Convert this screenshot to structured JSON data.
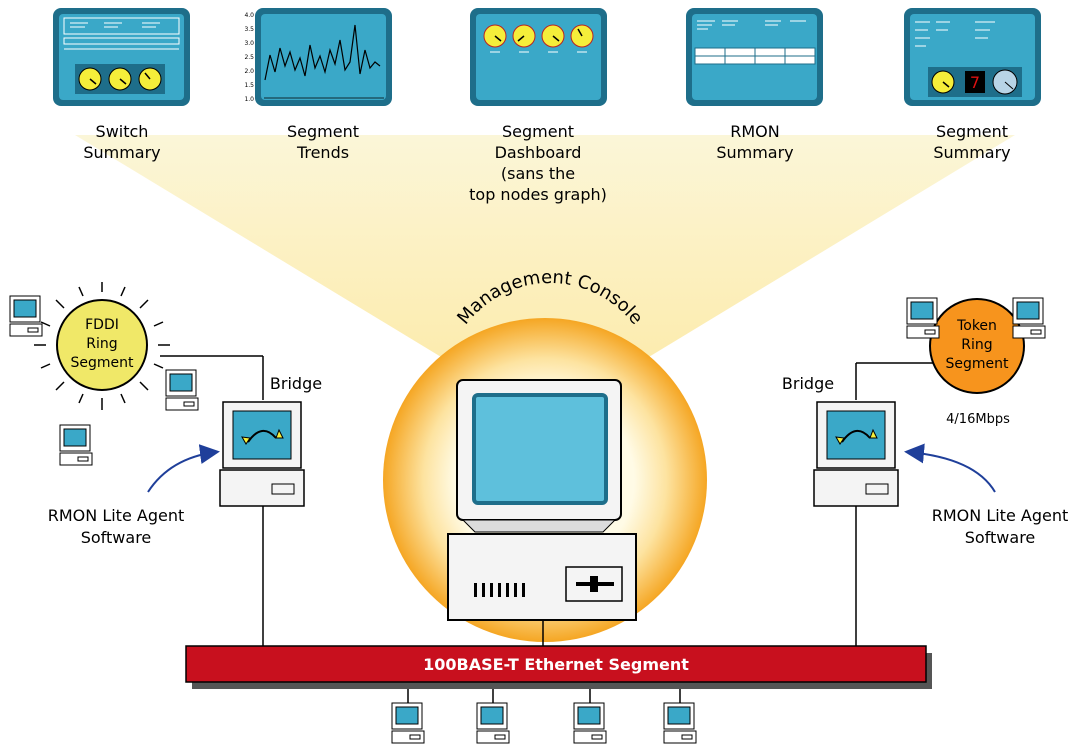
{
  "panels": [
    {
      "label1": "Switch",
      "label2": "Summary"
    },
    {
      "label1": "Segment",
      "label2": "Trends"
    },
    {
      "label1": "Segment",
      "label2": "Dashboard",
      "label3": "(sans the",
      "label4": "top nodes graph)"
    },
    {
      "label1": "RMON",
      "label2": "Summary"
    },
    {
      "label1": "Segment",
      "label2": "Summary"
    }
  ],
  "trend_ticks": [
    "4.0",
    "3.5",
    "3.0",
    "2.5",
    "2.0",
    "1.5",
    "1.0"
  ],
  "console": {
    "label": "Management Console"
  },
  "fddi": {
    "line1": "FDDI",
    "line2": "Ring",
    "line3": "Segment"
  },
  "token": {
    "line1": "Token",
    "line2": "Ring",
    "line3": "Segment",
    "speed": "4/16Mbps"
  },
  "bridges": {
    "left": "Bridge",
    "right": "Bridge"
  },
  "agents": {
    "left1": "RMON Lite Agent",
    "left2": "Software",
    "right1": "RMON Lite Agent",
    "right2": "Software"
  },
  "ethernet": {
    "label": "100BASE-T Ethernet Segment"
  },
  "colors": {
    "screen": "#3aa8c8",
    "bezel": "#1e6e8a",
    "ethernet": "#c8101e",
    "beam": "#fdf1b8",
    "glow": "#f5a623",
    "fddi": "#f0e868",
    "token": "#f7941d"
  }
}
